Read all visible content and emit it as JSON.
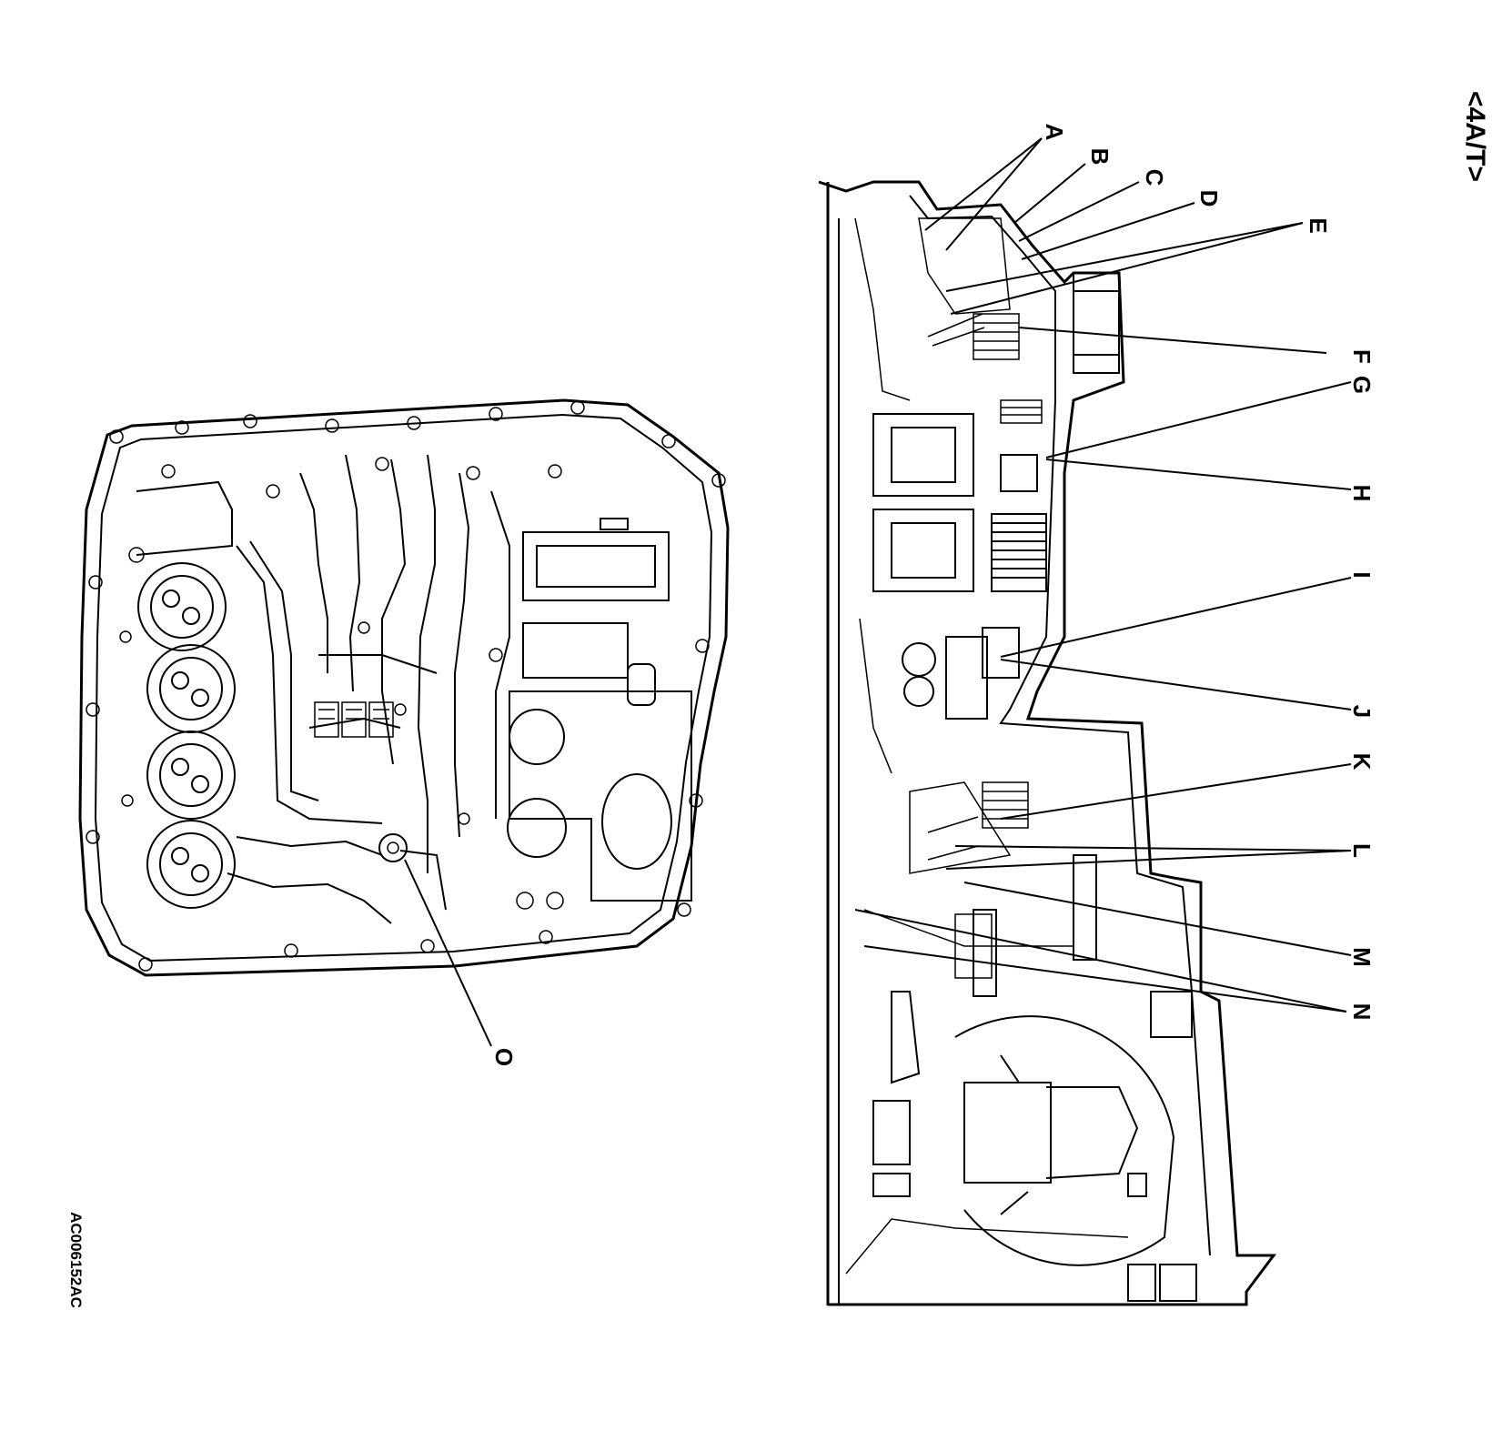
{
  "header": {
    "tag": "<4A/T>"
  },
  "figure_code": "AC006152AC",
  "callouts": [
    "A",
    "B",
    "C",
    "D",
    "E",
    "F",
    "G",
    "H",
    "I",
    "J",
    "K",
    "L",
    "M",
    "N",
    "O"
  ]
}
